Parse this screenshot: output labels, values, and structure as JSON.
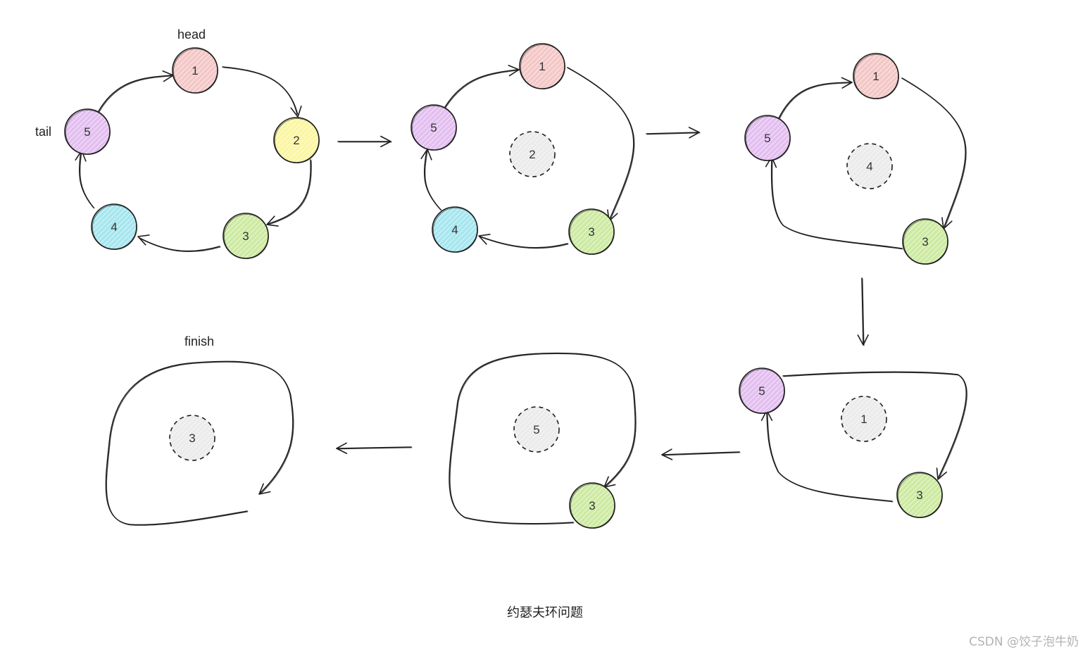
{
  "labels": {
    "head": "head",
    "tail": "tail",
    "finish": "finish"
  },
  "caption": "约瑟夫环问题",
  "watermark": "CSDN @饺子泡牛奶",
  "colors": {
    "node_1": "#f4c7c7",
    "node_2": "#fbf6a3",
    "node_3": "#cdeaa2",
    "node_4": "#a6e6ef",
    "node_5": "#e3bff0",
    "removed": "#ebebeb",
    "stroke": "#1e1e1e"
  },
  "stages": [
    {
      "id": "stage-1",
      "nodes": [
        {
          "label": "1",
          "color": "node_1",
          "status": "active"
        },
        {
          "label": "2",
          "color": "node_2",
          "status": "active"
        },
        {
          "label": "3",
          "color": "node_3",
          "status": "active"
        },
        {
          "label": "4",
          "color": "node_4",
          "status": "active"
        },
        {
          "label": "5",
          "color": "node_5",
          "status": "active"
        }
      ]
    },
    {
      "id": "stage-2",
      "nodes": [
        {
          "label": "1",
          "color": "node_1",
          "status": "active"
        },
        {
          "label": "2",
          "color": "removed",
          "status": "removed"
        },
        {
          "label": "3",
          "color": "node_3",
          "status": "active"
        },
        {
          "label": "4",
          "color": "node_4",
          "status": "active"
        },
        {
          "label": "5",
          "color": "node_5",
          "status": "active"
        }
      ]
    },
    {
      "id": "stage-3",
      "nodes": [
        {
          "label": "1",
          "color": "node_1",
          "status": "active"
        },
        {
          "label": "4",
          "color": "removed",
          "status": "removed"
        },
        {
          "label": "3",
          "color": "node_3",
          "status": "active"
        },
        {
          "label": "5",
          "color": "node_5",
          "status": "active"
        }
      ]
    },
    {
      "id": "stage-4",
      "nodes": [
        {
          "label": "5",
          "color": "node_5",
          "status": "active"
        },
        {
          "label": "1",
          "color": "removed",
          "status": "removed"
        },
        {
          "label": "3",
          "color": "node_3",
          "status": "active"
        }
      ]
    },
    {
      "id": "stage-5",
      "nodes": [
        {
          "label": "5",
          "color": "removed",
          "status": "removed"
        },
        {
          "label": "3",
          "color": "node_3",
          "status": "active"
        }
      ]
    },
    {
      "id": "stage-6",
      "nodes": [
        {
          "label": "3",
          "color": "removed",
          "status": "removed"
        }
      ]
    }
  ]
}
